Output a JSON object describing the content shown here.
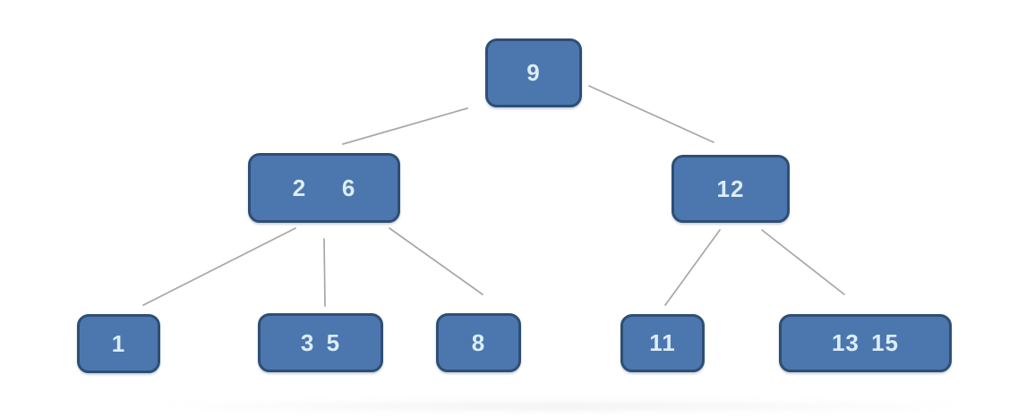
{
  "diagram": {
    "type": "b-tree",
    "description": "2-3 tree diagram with three levels of key nodes",
    "nodes": [
      {
        "id": "root",
        "level": 1,
        "label": "9",
        "keys": [
          9
        ]
      },
      {
        "id": "n2-6",
        "level": 2,
        "label": "2   6",
        "keys": [
          2,
          6
        ]
      },
      {
        "id": "n12",
        "level": 2,
        "label": "12",
        "keys": [
          12
        ]
      },
      {
        "id": "n1",
        "level": 3,
        "label": "1",
        "keys": [
          1
        ]
      },
      {
        "id": "n3-5",
        "level": 3,
        "label": "3 5",
        "keys": [
          3,
          5
        ]
      },
      {
        "id": "n8",
        "level": 3,
        "label": "8",
        "keys": [
          8
        ]
      },
      {
        "id": "n11",
        "level": 3,
        "label": "11",
        "keys": [
          11
        ]
      },
      {
        "id": "n13-15",
        "level": 3,
        "label": "13 15",
        "keys": [
          13,
          15
        ]
      }
    ],
    "edges": [
      {
        "from": "root",
        "to": "n2-6"
      },
      {
        "from": "root",
        "to": "n12"
      },
      {
        "from": "n2-6",
        "to": "n1"
      },
      {
        "from": "n2-6",
        "to": "n3-5"
      },
      {
        "from": "n2-6",
        "to": "n8"
      },
      {
        "from": "n12",
        "to": "n11"
      },
      {
        "from": "n12",
        "to": "n13-15"
      }
    ],
    "colors": {
      "node_fill": "#4C77AE",
      "node_border": "#2E4E74",
      "node_text": "#DCEDF6",
      "edge": "#9E9E9E",
      "background": "#FFFFFF"
    }
  }
}
